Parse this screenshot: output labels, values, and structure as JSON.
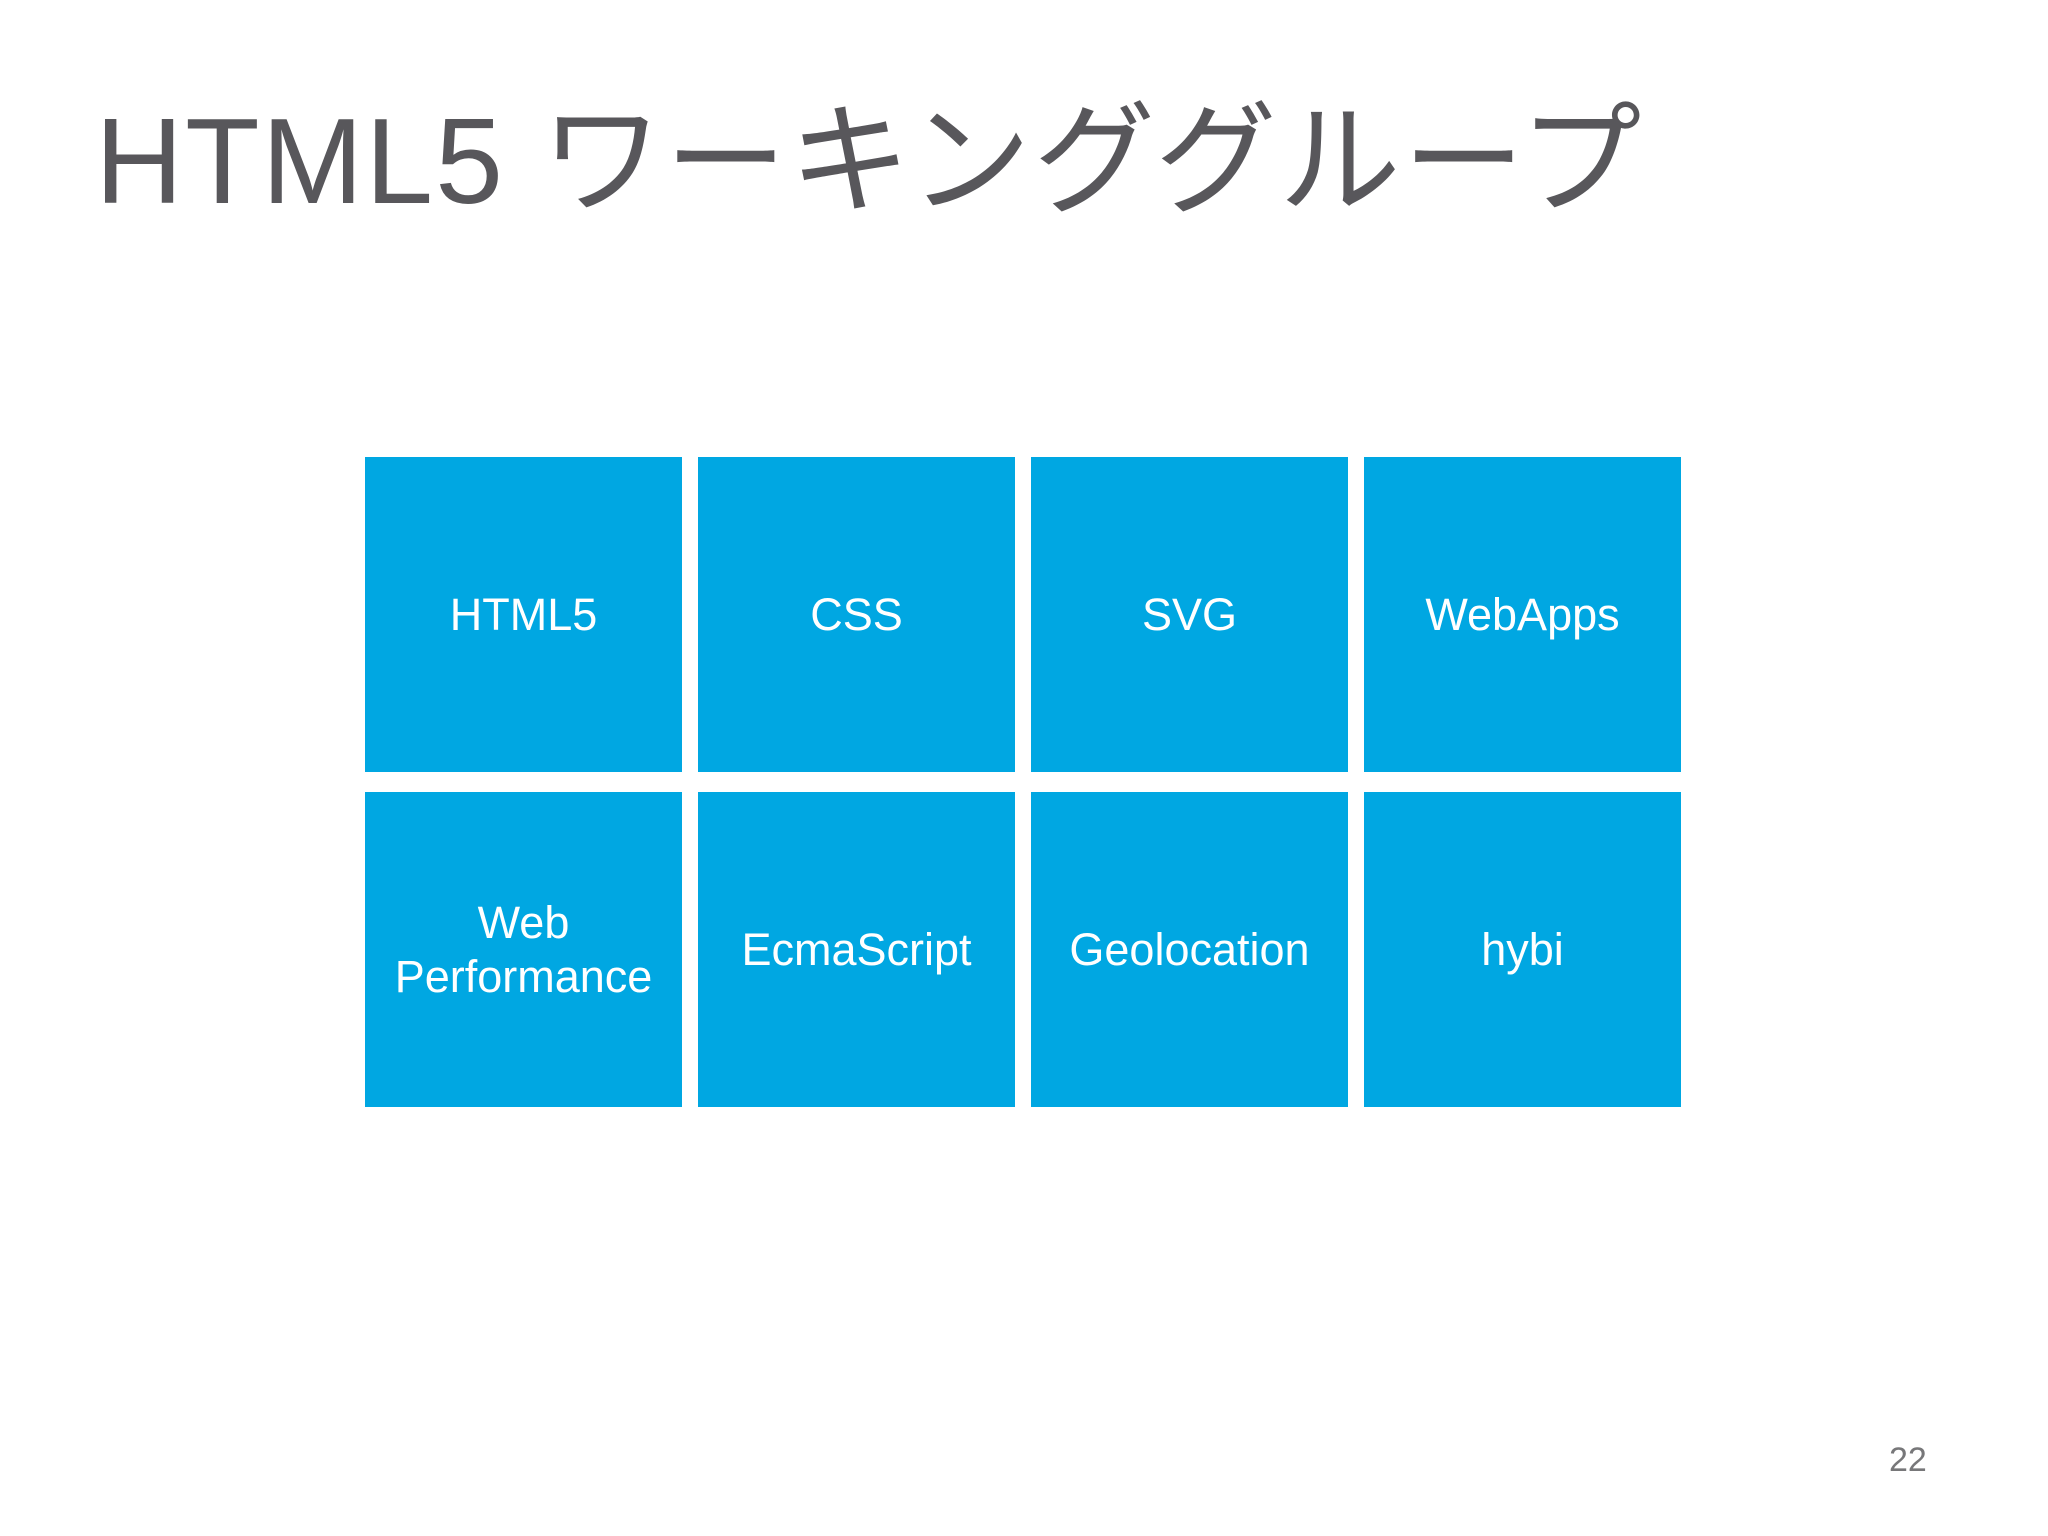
{
  "slide": {
    "title": "HTML5 ワーキンググループ",
    "page_number": "22",
    "colors": {
      "background": "#ffffff",
      "tile_blue": "#00a7e2",
      "tile_text": "#ffffff",
      "title_gray": "#58575b",
      "page_number_gray": "#777779"
    },
    "tiles": [
      {
        "label": "HTML5"
      },
      {
        "label": "CSS"
      },
      {
        "label": "SVG"
      },
      {
        "label": "WebApps"
      },
      {
        "label": "Web Performance"
      },
      {
        "label": "EcmaScript"
      },
      {
        "label": "Geolocation"
      },
      {
        "label": "hybi"
      }
    ]
  }
}
